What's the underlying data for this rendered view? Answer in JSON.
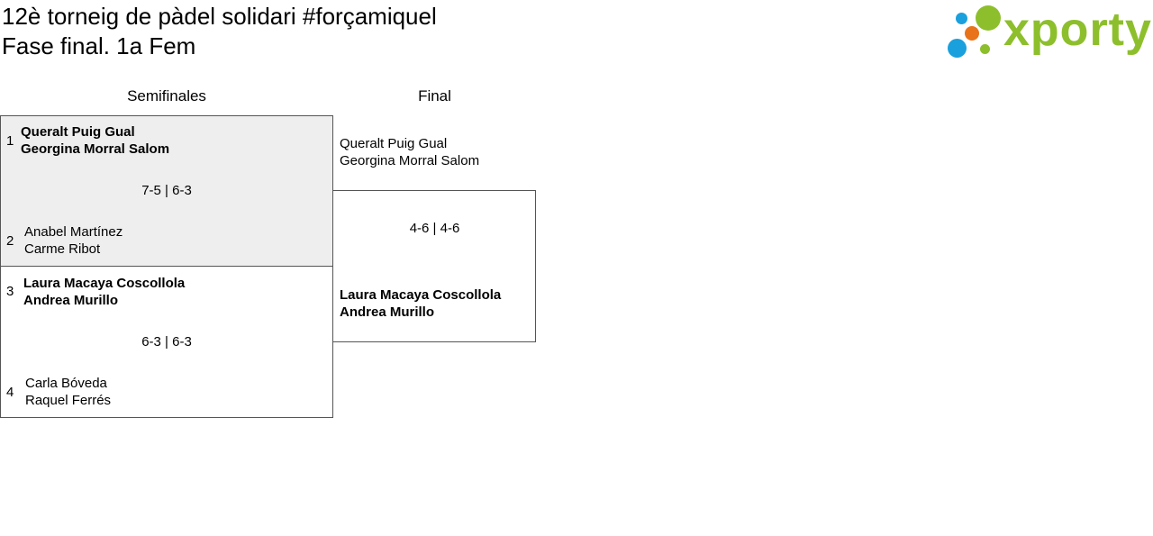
{
  "header": {
    "title_line1": "12è torneig de pàdel solidari #forçamiquel",
    "title_line2": "Fase final. 1a Fem",
    "logo_text": "xporty"
  },
  "columns": {
    "semifinals": "Semifinales",
    "final": "Final"
  },
  "semifinals": [
    {
      "seed_top": "1",
      "top_player1": "Queralt Puig Gual",
      "top_player2": "Georgina Morral Salom",
      "score": "7-5 | 6-3",
      "seed_bottom": "2",
      "bottom_player1": "Anabel Martínez",
      "bottom_player2": "Carme Ribot"
    },
    {
      "seed_top": "3",
      "top_player1": "Laura Macaya Coscollola",
      "top_player2": "Andrea Murillo",
      "score": "6-3 | 6-3",
      "seed_bottom": "4",
      "bottom_player1": "Carla Bóveda",
      "bottom_player2": "Raquel Ferrés"
    }
  ],
  "final": {
    "top_player1": "Queralt Puig Gual",
    "top_player2": "Georgina Morral Salom",
    "score": "4-6 | 4-6",
    "bottom_player1": "Laura Macaya Coscollola",
    "bottom_player2": "Andrea Murillo"
  },
  "colors": {
    "logo_green": "#8dbf2c",
    "logo_blue": "#1aa0dd",
    "logo_orange": "#e8731a",
    "shaded_box": "#eeeeee"
  }
}
